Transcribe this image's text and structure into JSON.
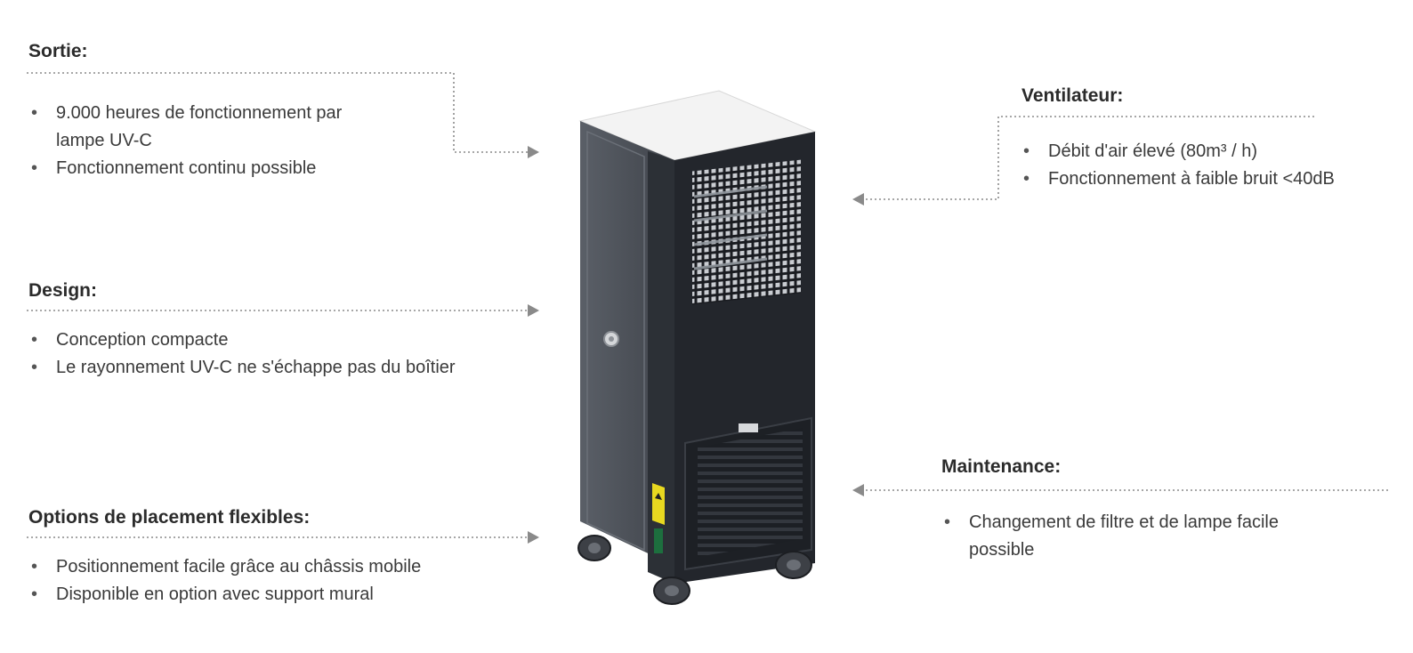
{
  "features": {
    "sortie": {
      "title": "Sortie:",
      "items": [
        "9.000 heures de fonctionnement par lampe UV-C",
        "Fonctionnement continu possible"
      ]
    },
    "design": {
      "title": "Design:",
      "items": [
        "Conception compacte",
        "Le rayonnement UV-C ne s'échappe pas du boîtier"
      ]
    },
    "placement": {
      "title": "Options de placement flexibles:",
      "items": [
        "Positionnement facile grâce au châssis mobile",
        "Disponible en option avec support mural"
      ]
    },
    "ventilateur": {
      "title": "Ventilateur:",
      "items": [
        "Débit d'air élevé (80m³ / h)",
        "Fonctionnement à faible bruit <40dB"
      ]
    },
    "maintenance": {
      "title": "Maintenance:",
      "items": [
        "Changement de filtre et de lampe facile possible"
      ]
    }
  },
  "colors": {
    "connector": "#8a8a8a",
    "device_front": "#22252b",
    "device_side": "#4a4f57",
    "device_top": "#f2f2f2",
    "warning_label": "#e8d820"
  },
  "icons": {
    "device": "uv-c-air-purifier-illustration",
    "arrow": "arrow-right-icon"
  }
}
